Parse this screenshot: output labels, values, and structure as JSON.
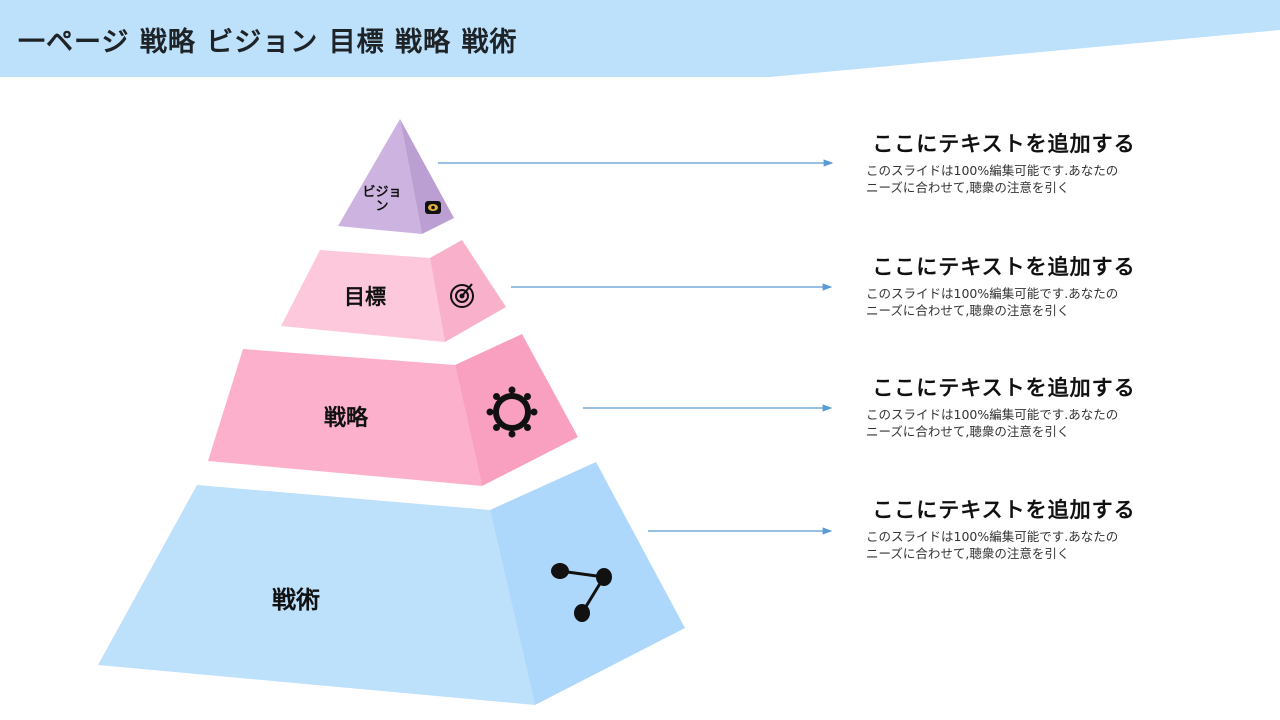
{
  "header": {
    "title": "一ページ 戦略 ビジョン 目標 戦略 戦術"
  },
  "pyramid": [
    {
      "label": "ビジョン",
      "icon": "eye-icon"
    },
    {
      "label": "目標",
      "icon": "target-icon"
    },
    {
      "label": "戦略",
      "icon": "gear-icon"
    },
    {
      "label": "戦術",
      "icon": "share-network-icon"
    }
  ],
  "blocks": [
    {
      "title": "ここにテキストを追加する",
      "body1": "このスライドは100%編集可能です.あなたの",
      "body2": "ニーズに合わせて,聴衆の注意を引く"
    },
    {
      "title": "ここにテキストを追加する",
      "body1": "このスライドは100%編集可能です.あなたの",
      "body2": "ニーズに合わせて,聴衆の注意を引く"
    },
    {
      "title": "ここにテキストを追加する",
      "body1": "このスライドは100%編集可能です.あなたの",
      "body2": "ニーズに合わせて,聴衆の注意を引く"
    },
    {
      "title": "ここにテキストを追加する",
      "body1": "このスライドは100%編集可能です.あなたの",
      "body2": "ニーズに合わせて,聴衆の注意を引く"
    }
  ],
  "colors": {
    "header": "#bde0fb",
    "arrow": "#5b9bd5"
  }
}
